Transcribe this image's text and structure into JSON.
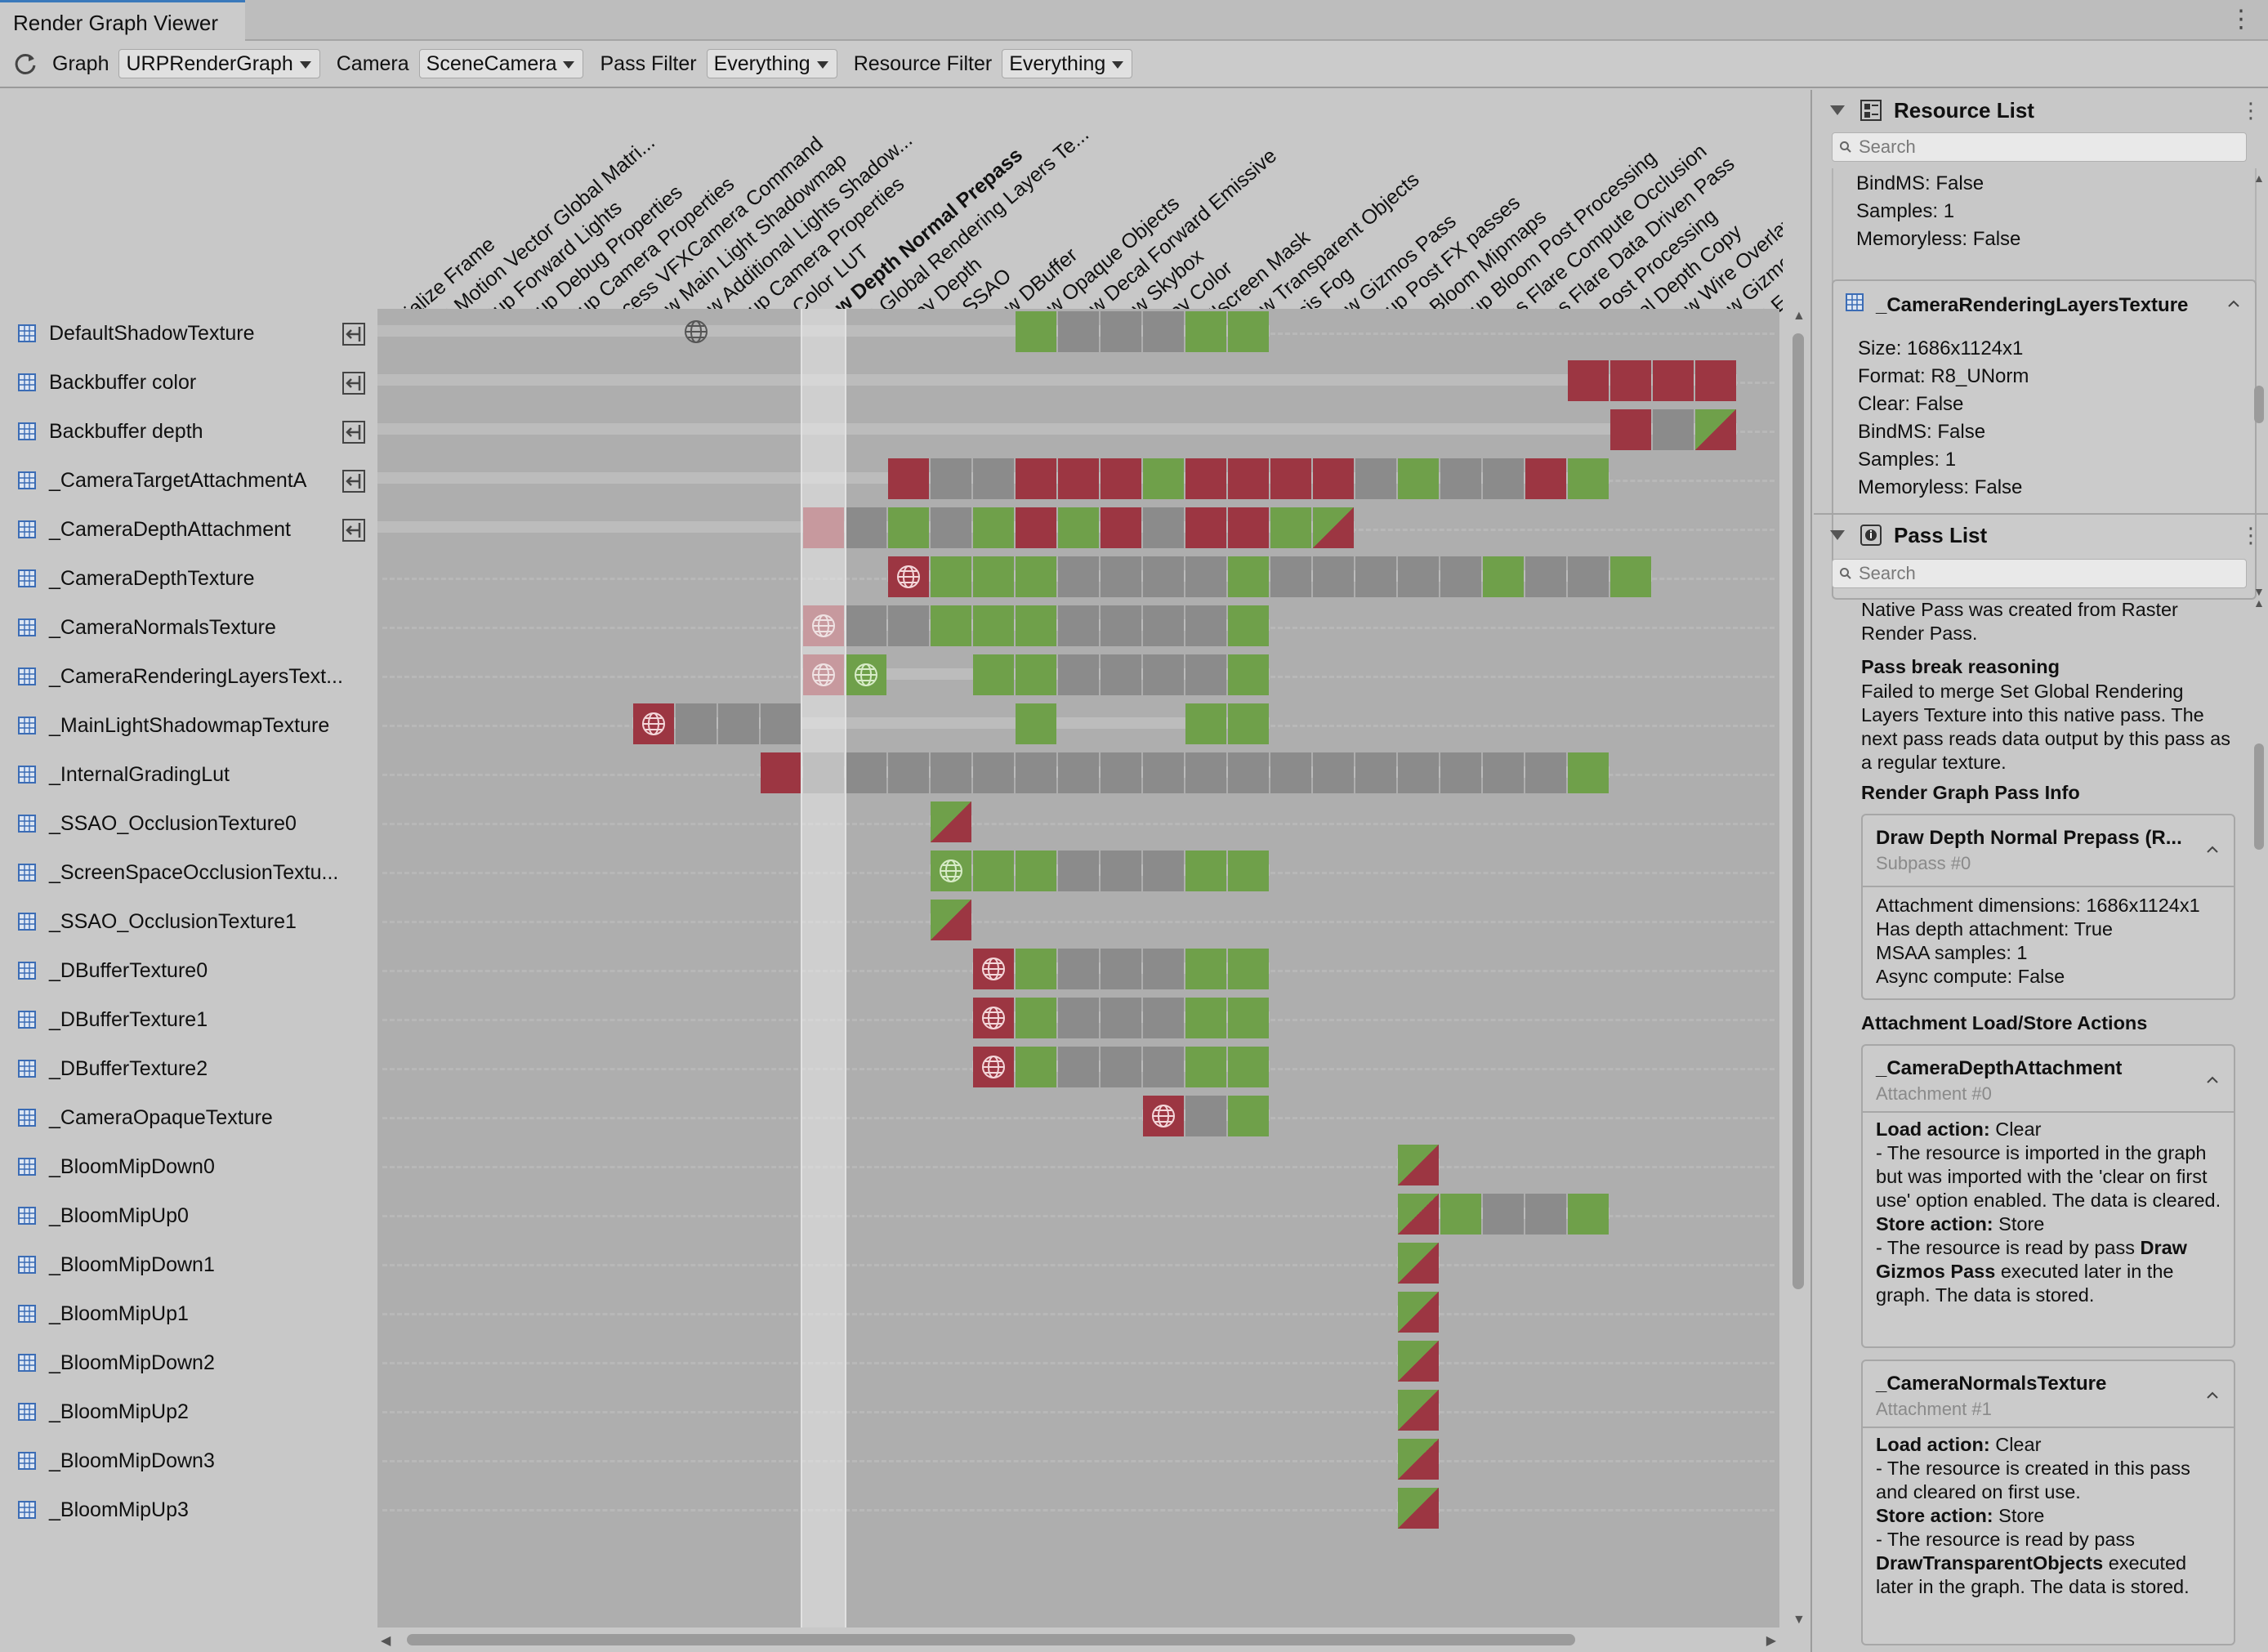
{
  "window": {
    "tab_title": "Render Graph Viewer"
  },
  "toolbar": {
    "graph_label": "Graph",
    "graph_value": "URPRenderGraph",
    "camera_label": "Camera",
    "camera_value": "SceneCamera",
    "pass_filter_label": "Pass Filter",
    "pass_filter_value": "Everything",
    "resource_filter_label": "Resource Filter",
    "resource_filter_value": "Everything"
  },
  "passes": [
    "Initialize Frame",
    "Set Motion Vector Global Matri...",
    "Setup Forward Lights",
    "Setup Debug Properties",
    "Setup Camera Properties",
    "Process VFXCamera Command",
    "Draw Main Light Shadowmap",
    "Draw Additional Lights Shadow...",
    "Setup Camera Properties",
    "Blit Color LUT",
    "Draw Depth Normal Prepass",
    "Set Global Rendering Layers Te...",
    "Copy Depth",
    "Blit SSAO",
    "Draw DBuffer",
    "Draw Opaque Objects",
    "Draw Decal Forward Emissive",
    "Draw Skybox",
    "Copy Color",
    "Fullscreen Mask",
    "Draw Transparent Objects",
    "Oasis Fog",
    "Draw Gizmos Pass",
    "Setup Post FX passes",
    "Blit Bloom Mipmaps",
    "Setup Bloom Post Processing",
    "Lens Flare Compute Occlusion",
    "Lens Flare Data Driven Pass",
    "Blit Post Processing",
    "Final Depth Copy",
    "Draw Wire Overlay",
    "Draw Gizmos Pass",
    "Set Editor"
  ],
  "selected_pass_index": 10,
  "native_pass_groups": [
    [
      11,
      17
    ],
    [
      19,
      23
    ]
  ],
  "merged_pass_groups": [
    [
      3,
      4
    ],
    [
      6,
      8
    ],
    [
      15,
      17
    ],
    [
      19,
      23
    ],
    [
      28,
      31
    ]
  ],
  "resources": [
    {
      "name": "DefaultShadowTexture",
      "imported": true,
      "life": [
        0,
        20
      ],
      "cells": [
        [
          7,
          "globe-free"
        ],
        [
          15,
          "g"
        ],
        [
          16,
          "n"
        ],
        [
          17,
          "n"
        ],
        [
          18,
          "n"
        ],
        [
          19,
          "g"
        ],
        [
          20,
          "g"
        ]
      ]
    },
    {
      "name": "Backbuffer color",
      "imported": true,
      "life": [
        0,
        31
      ],
      "cells": [
        [
          28,
          "r"
        ],
        [
          29,
          "r"
        ],
        [
          30,
          "r"
        ],
        [
          31,
          "r"
        ]
      ]
    },
    {
      "name": "Backbuffer depth",
      "imported": true,
      "life": [
        0,
        31
      ],
      "cells": [
        [
          29,
          "r"
        ],
        [
          30,
          "n"
        ],
        [
          31,
          "rg"
        ]
      ]
    },
    {
      "name": "_CameraTargetAttachmentA",
      "imported": true,
      "life": [
        0,
        28
      ],
      "cells": [
        [
          12,
          "r"
        ],
        [
          13,
          "n"
        ],
        [
          14,
          "n"
        ],
        [
          15,
          "r"
        ],
        [
          16,
          "r"
        ],
        [
          17,
          "r"
        ],
        [
          18,
          "g"
        ],
        [
          19,
          "r"
        ],
        [
          20,
          "r"
        ],
        [
          21,
          "r"
        ],
        [
          22,
          "r"
        ],
        [
          23,
          "n"
        ],
        [
          24,
          "g"
        ],
        [
          25,
          "n"
        ],
        [
          26,
          "n"
        ],
        [
          27,
          "r"
        ],
        [
          28,
          "g"
        ]
      ]
    },
    {
      "name": "_CameraDepthAttachment",
      "imported": true,
      "life": [
        0,
        22
      ],
      "cells": [
        [
          10,
          "r"
        ],
        [
          11,
          "n"
        ],
        [
          12,
          "g"
        ],
        [
          13,
          "n"
        ],
        [
          14,
          "g"
        ],
        [
          15,
          "r"
        ],
        [
          16,
          "g"
        ],
        [
          17,
          "r"
        ],
        [
          18,
          "n"
        ],
        [
          19,
          "r"
        ],
        [
          20,
          "r"
        ],
        [
          21,
          "g"
        ],
        [
          22,
          "rg"
        ]
      ]
    },
    {
      "name": "_CameraDepthTexture",
      "imported": false,
      "life": [
        12,
        29
      ],
      "cells": [
        [
          12,
          "globe"
        ],
        [
          13,
          "g"
        ],
        [
          14,
          "g"
        ],
        [
          15,
          "g"
        ],
        [
          16,
          "n"
        ],
        [
          17,
          "n"
        ],
        [
          18,
          "n"
        ],
        [
          19,
          "n"
        ],
        [
          20,
          "g"
        ],
        [
          21,
          "n"
        ],
        [
          22,
          "n"
        ],
        [
          23,
          "n"
        ],
        [
          24,
          "n"
        ],
        [
          25,
          "n"
        ],
        [
          26,
          "g"
        ],
        [
          27,
          "n"
        ],
        [
          28,
          "n"
        ],
        [
          29,
          "g"
        ]
      ]
    },
    {
      "name": "_CameraNormalsTexture",
      "imported": false,
      "life": [
        10,
        20
      ],
      "cells": [
        [
          10,
          "globe"
        ],
        [
          11,
          "n"
        ],
        [
          12,
          "n"
        ],
        [
          13,
          "g"
        ],
        [
          14,
          "g"
        ],
        [
          15,
          "g"
        ],
        [
          16,
          "n"
        ],
        [
          17,
          "n"
        ],
        [
          18,
          "n"
        ],
        [
          19,
          "n"
        ],
        [
          20,
          "g"
        ]
      ]
    },
    {
      "name": "_CameraRenderingLayersText...",
      "imported": false,
      "life": [
        10,
        20
      ],
      "cells": [
        [
          10,
          "globe"
        ],
        [
          11,
          "globe-g"
        ],
        [
          14,
          "g"
        ],
        [
          15,
          "g"
        ],
        [
          16,
          "n"
        ],
        [
          17,
          "n"
        ],
        [
          18,
          "n"
        ],
        [
          19,
          "n"
        ],
        [
          20,
          "g"
        ]
      ]
    },
    {
      "name": "_MainLightShadowmapTexture",
      "imported": false,
      "life": [
        6,
        20
      ],
      "cells": [
        [
          6,
          "globe"
        ],
        [
          7,
          "n"
        ],
        [
          8,
          "n"
        ],
        [
          9,
          "n"
        ],
        [
          15,
          "g"
        ],
        [
          19,
          "g"
        ],
        [
          20,
          "g"
        ]
      ]
    },
    {
      "name": "_InternalGradingLut",
      "imported": false,
      "life": [
        9,
        28
      ],
      "cells": [
        [
          9,
          "r"
        ],
        [
          10,
          "n"
        ],
        [
          11,
          "n"
        ],
        [
          12,
          "n"
        ],
        [
          13,
          "n"
        ],
        [
          14,
          "n"
        ],
        [
          15,
          "n"
        ],
        [
          16,
          "n"
        ],
        [
          17,
          "n"
        ],
        [
          18,
          "n"
        ],
        [
          19,
          "n"
        ],
        [
          20,
          "n"
        ],
        [
          21,
          "n"
        ],
        [
          22,
          "n"
        ],
        [
          23,
          "n"
        ],
        [
          24,
          "n"
        ],
        [
          25,
          "n"
        ],
        [
          26,
          "n"
        ],
        [
          27,
          "n"
        ],
        [
          28,
          "g"
        ]
      ]
    },
    {
      "name": "_SSAO_OcclusionTexture0",
      "imported": false,
      "life": [
        13,
        13
      ],
      "cells": [
        [
          13,
          "rg"
        ]
      ]
    },
    {
      "name": "_ScreenSpaceOcclusionTextu...",
      "imported": false,
      "life": [
        13,
        20
      ],
      "cells": [
        [
          13,
          "globe-g"
        ],
        [
          14,
          "g"
        ],
        [
          15,
          "g"
        ],
        [
          16,
          "n"
        ],
        [
          17,
          "n"
        ],
        [
          18,
          "n"
        ],
        [
          19,
          "g"
        ],
        [
          20,
          "g"
        ]
      ]
    },
    {
      "name": "_SSAO_OcclusionTexture1",
      "imported": false,
      "life": [
        13,
        13
      ],
      "cells": [
        [
          13,
          "rg"
        ]
      ]
    },
    {
      "name": "_DBufferTexture0",
      "imported": false,
      "life": [
        14,
        20
      ],
      "cells": [
        [
          14,
          "globe"
        ],
        [
          15,
          "g"
        ],
        [
          16,
          "n"
        ],
        [
          17,
          "n"
        ],
        [
          18,
          "n"
        ],
        [
          19,
          "g"
        ],
        [
          20,
          "g"
        ]
      ]
    },
    {
      "name": "_DBufferTexture1",
      "imported": false,
      "life": [
        14,
        20
      ],
      "cells": [
        [
          14,
          "globe"
        ],
        [
          15,
          "g"
        ],
        [
          16,
          "n"
        ],
        [
          17,
          "n"
        ],
        [
          18,
          "n"
        ],
        [
          19,
          "g"
        ],
        [
          20,
          "g"
        ]
      ]
    },
    {
      "name": "_DBufferTexture2",
      "imported": false,
      "life": [
        14,
        20
      ],
      "cells": [
        [
          14,
          "globe"
        ],
        [
          15,
          "g"
        ],
        [
          16,
          "n"
        ],
        [
          17,
          "n"
        ],
        [
          18,
          "n"
        ],
        [
          19,
          "g"
        ],
        [
          20,
          "g"
        ]
      ]
    },
    {
      "name": "_CameraOpaqueTexture",
      "imported": false,
      "life": [
        18,
        20
      ],
      "cells": [
        [
          18,
          "globe"
        ],
        [
          19,
          "n"
        ],
        [
          20,
          "g"
        ]
      ]
    },
    {
      "name": "_BloomMipDown0",
      "imported": false,
      "life": [
        24,
        24
      ],
      "cells": [
        [
          24,
          "rg"
        ]
      ]
    },
    {
      "name": "_BloomMipUp0",
      "imported": false,
      "life": [
        24,
        28
      ],
      "cells": [
        [
          24,
          "rg"
        ],
        [
          25,
          "g"
        ],
        [
          26,
          "n"
        ],
        [
          27,
          "n"
        ],
        [
          28,
          "g"
        ]
      ]
    },
    {
      "name": "_BloomMipDown1",
      "imported": false,
      "life": [
        24,
        24
      ],
      "cells": [
        [
          24,
          "rg"
        ]
      ]
    },
    {
      "name": "_BloomMipUp1",
      "imported": false,
      "life": [
        24,
        24
      ],
      "cells": [
        [
          24,
          "rg"
        ]
      ]
    },
    {
      "name": "_BloomMipDown2",
      "imported": false,
      "life": [
        24,
        24
      ],
      "cells": [
        [
          24,
          "rg"
        ]
      ]
    },
    {
      "name": "_BloomMipUp2",
      "imported": false,
      "life": [
        24,
        24
      ],
      "cells": [
        [
          24,
          "rg"
        ]
      ]
    },
    {
      "name": "_BloomMipDown3",
      "imported": false,
      "life": [
        24,
        24
      ],
      "cells": [
        [
          24,
          "rg"
        ]
      ]
    },
    {
      "name": "_BloomMipUp3",
      "imported": false,
      "life": [
        24,
        24
      ],
      "cells": [
        [
          24,
          "rg"
        ]
      ]
    }
  ],
  "resource_list": {
    "title": "Resource List",
    "search_placeholder": "Search",
    "partial_lines": [
      "BindMS: False",
      "Samples: 1",
      "Memoryless: False"
    ],
    "card": {
      "title": "_CameraRenderingLayersTexture",
      "lines": [
        "Size: 1686x1124x1",
        "Format: R8_UNorm",
        "Clear: False",
        "BindMS: False",
        "Samples: 1",
        "Memoryless: False"
      ]
    }
  },
  "pass_list": {
    "title": "Pass List",
    "search_placeholder": "Search",
    "native_pass_note": "Native Pass was created from Raster Render Pass.",
    "break_heading": "Pass break reasoning",
    "break_text": "Failed to merge Set Global Rendering Layers Texture into this native pass. The next pass reads data output by this pass as a regular texture.",
    "info_heading": "Render Graph Pass Info",
    "pass_card": {
      "title": "Draw Depth Normal Prepass (R...",
      "subtitle": "Subpass #0",
      "lines": [
        "Attachment dimensions: 1686x1124x1",
        "Has depth attachment: True",
        "MSAA samples: 1",
        "Async compute: False"
      ]
    },
    "actions_heading": "Attachment Load/Store Actions",
    "attachments": [
      {
        "title": "_CameraDepthAttachment",
        "subtitle": "Attachment #0",
        "load_label": "Load action:",
        "load_value": "Clear",
        "load_desc": "- The resource is imported in the graph but was imported with the 'clear on first use' option enabled. The data is cleared.",
        "store_label": "Store action:",
        "store_value": "Store",
        "store_desc_a": " - The resource is read by pass ",
        "store_desc_pass": "Draw Gizmos Pass",
        "store_desc_b": " executed later in the graph. The data is stored."
      },
      {
        "title": "_CameraNormalsTexture",
        "subtitle": "Attachment #1",
        "load_label": "Load action:",
        "load_value": "Clear",
        "load_desc": "- The resource is created in this pass and cleared on first use.",
        "store_label": "Store action:",
        "store_value": "Store",
        "store_desc_a": " - The resource is read by pass ",
        "store_desc_pass": "DrawTransparentObjects",
        "store_desc_b": " executed later in the graph. The data is stored."
      }
    ]
  },
  "colors": {
    "read": "#6fa04a",
    "write": "#9c3642",
    "unused": "#8b8b8b",
    "native_pass": "#4e5c74",
    "tab_accent": "#3a79bb"
  }
}
